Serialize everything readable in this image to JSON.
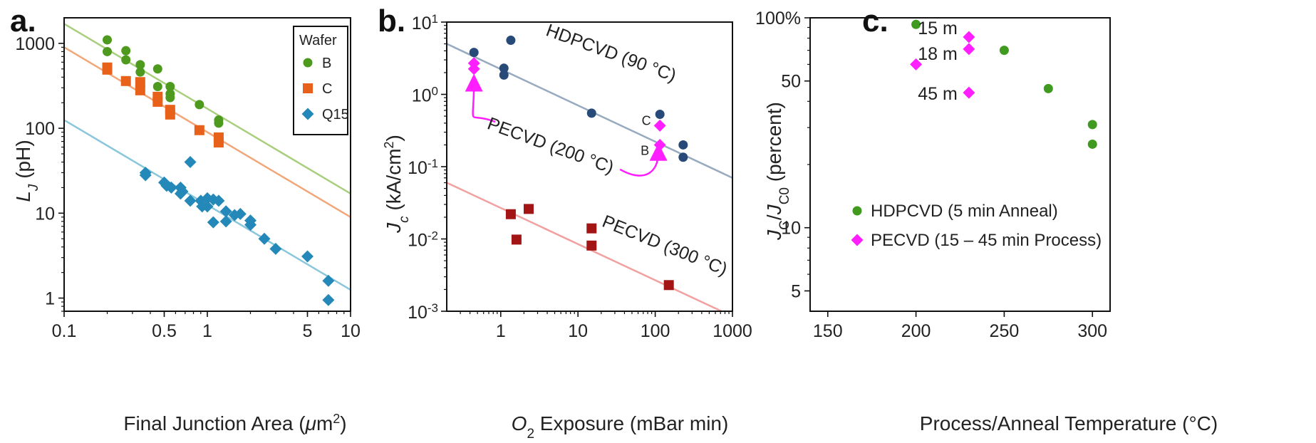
{
  "chart_data": [
    {
      "panel": "a.",
      "type": "scatter",
      "xlabel": "Final Junction Area (μm²)",
      "ylabel": "L_J (pH)",
      "xscale": "log",
      "yscale": "log",
      "xlim": [
        0.1,
        10
      ],
      "ylim": [
        0.7,
        2000
      ],
      "xticks": [
        "0.1",
        "0.5",
        "1",
        "5",
        "10"
      ],
      "xtick_values": [
        0.1,
        0.5,
        1,
        5,
        10
      ],
      "yticks": [
        "1",
        "10",
        "100",
        "1000"
      ],
      "ytick_values": [
        1,
        10,
        100,
        1000
      ],
      "legend": {
        "title": "Wafer",
        "position": "top-right"
      },
      "series": [
        {
          "name": "B",
          "marker": "circle",
          "color": "#4e9a1f",
          "fit_color": "#a9cf7e",
          "points": [
            [
              0.2,
              1100
            ],
            [
              0.2,
              800
            ],
            [
              0.27,
              820
            ],
            [
              0.27,
              640
            ],
            [
              0.34,
              560
            ],
            [
              0.34,
              460
            ],
            [
              0.45,
              500
            ],
            [
              0.45,
              310
            ],
            [
              0.55,
              310
            ],
            [
              0.55,
              255
            ],
            [
              0.55,
              230
            ],
            [
              0.88,
              190
            ],
            [
              1.2,
              125
            ],
            [
              1.2,
              115
            ]
          ],
          "fit": [
            [
              0.1,
              1700
            ],
            [
              10,
              17
            ]
          ]
        },
        {
          "name": "C",
          "marker": "square",
          "color": "#e8611a",
          "fit_color": "#f2a77a",
          "points": [
            [
              0.2,
              520
            ],
            [
              0.2,
              490
            ],
            [
              0.27,
              360
            ],
            [
              0.34,
              350
            ],
            [
              0.34,
              280
            ],
            [
              0.45,
              235
            ],
            [
              0.45,
              205
            ],
            [
              0.55,
              165
            ],
            [
              0.55,
              145
            ],
            [
              0.88,
              95
            ],
            [
              1.2,
              78
            ],
            [
              1.2,
              68
            ]
          ],
          "fit": [
            [
              0.1,
              900
            ],
            [
              10,
              9
            ]
          ]
        },
        {
          "name": "Q15",
          "marker": "diamond",
          "color": "#2488b8",
          "fit_color": "#8ac7dc",
          "points": [
            [
              0.37,
              30
            ],
            [
              0.37,
              28
            ],
            [
              0.5,
              23
            ],
            [
              0.52,
              21
            ],
            [
              0.56,
              20
            ],
            [
              0.65,
              20
            ],
            [
              0.67,
              18
            ],
            [
              0.65,
              17
            ],
            [
              0.76,
              40
            ],
            [
              0.76,
              14
            ],
            [
              0.9,
              14
            ],
            [
              0.92,
              12
            ],
            [
              1.0,
              12
            ],
            [
              1.0,
              15
            ],
            [
              1.1,
              14.5
            ],
            [
              1.2,
              14
            ],
            [
              1.1,
              7.8
            ],
            [
              1.35,
              10.5
            ],
            [
              1.35,
              8
            ],
            [
              1.55,
              9.5
            ],
            [
              1.7,
              9.8
            ],
            [
              2.0,
              8.2
            ],
            [
              2.0,
              7.3
            ],
            [
              2.5,
              5
            ],
            [
              3.0,
              3.8
            ],
            [
              5.0,
              3.1
            ],
            [
              7.0,
              1.6
            ],
            [
              7.0,
              0.95
            ]
          ],
          "fit": [
            [
              0.1,
              125
            ],
            [
              10,
              1.25
            ]
          ]
        }
      ]
    },
    {
      "panel": "b.",
      "type": "scatter",
      "xlabel": "O₂ Exposure (mBar min)",
      "ylabel": "J_c (kA/cm²)",
      "xscale": "log",
      "yscale": "log",
      "xlim": [
        0.2,
        1000
      ],
      "ylim": [
        0.001,
        10
      ],
      "xticks": [
        "1",
        "10",
        "100",
        "1000"
      ],
      "xtick_values": [
        1,
        10,
        100,
        1000
      ],
      "yticks": [
        "10^-3",
        "10^-2",
        "10^-1",
        "10^0",
        "10^1"
      ],
      "ytick_values": [
        0.001,
        0.01,
        0.1,
        1,
        10
      ],
      "series": [
        {
          "name": "HDPCVD (90 °C)",
          "marker": "circle",
          "color": "#274a78",
          "fit_color": "#97aac0",
          "points": [
            [
              0.45,
              3.8
            ],
            [
              1.1,
              2.3
            ],
            [
              1.1,
              1.85
            ],
            [
              1.35,
              5.6
            ],
            [
              15,
              0.55
            ],
            [
              115,
              0.53
            ],
            [
              230,
              0.2
            ],
            [
              230,
              0.135
            ]
          ],
          "fit": [
            [
              0.2,
              5.0
            ],
            [
              1000,
              0.07
            ]
          ]
        },
        {
          "name": "PECVD (200 °C)",
          "marker": "diamond",
          "color": "#ff1eff",
          "points": [
            [
              0.45,
              2.7
            ],
            [
              0.45,
              2.25
            ],
            [
              115,
              0.37
            ],
            [
              115,
              0.2
            ]
          ]
        },
        {
          "name": "PECVD (300 °C)",
          "marker": "square",
          "color": "#a31515",
          "fit_color": "#f2a0a0",
          "points": [
            [
              1.35,
              0.022
            ],
            [
              1.6,
              0.0098
            ],
            [
              2.3,
              0.026
            ],
            [
              15,
              0.014
            ],
            [
              15,
              0.0081
            ],
            [
              150,
              0.0023
            ]
          ],
          "fit": [
            [
              0.2,
              0.06
            ],
            [
              1000,
              0.00085
            ]
          ]
        }
      ],
      "annotations": [
        {
          "text": "HDPCVD (90 °C)",
          "color": "#274a78"
        },
        {
          "text": "PECVD (200 °C)",
          "color": "#ff1eff"
        },
        {
          "text": "PECVD (300 °C)",
          "color": "#a31515"
        },
        {
          "text": "C",
          "color": "#ff1eff"
        },
        {
          "text": "B",
          "color": "#ff1eff"
        }
      ]
    },
    {
      "panel": "c.",
      "type": "scatter",
      "xlabel": "Process/Anneal Temperature (°C)",
      "ylabel": "J_C/J_C0 (percent)",
      "xscale": "linear",
      "yscale": "log",
      "xlim": [
        140,
        310
      ],
      "ylim": [
        4,
        100
      ],
      "xticks": [
        "150",
        "200",
        "250",
        "300"
      ],
      "xtick_values": [
        150,
        200,
        250,
        300
      ],
      "yticks": [
        "5",
        "10",
        "50",
        "100%"
      ],
      "ytick_values": [
        5,
        10,
        50,
        100
      ],
      "legend": {
        "position": "lower-left"
      },
      "series": [
        {
          "name": "HDPCVD (5 min Anneal)",
          "marker": "circle",
          "color": "#3f9a1f",
          "points": [
            [
              200,
              93
            ],
            [
              250,
              70
            ],
            [
              275,
              46
            ],
            [
              300,
              31
            ],
            [
              300,
              25
            ]
          ]
        },
        {
          "name": "PECVD (15 – 45 min Process)",
          "marker": "diamond",
          "color": "#ff1eff",
          "points": [
            [
              200,
              60
            ],
            [
              230,
              81
            ],
            [
              230,
              71
            ],
            [
              230,
              44
            ]
          ]
        }
      ],
      "annotations": [
        {
          "text": "15 m",
          "color": "#c21ec2"
        },
        {
          "text": "18 m",
          "color": "#c21ec2"
        },
        {
          "text": "45 m",
          "color": "#c21ec2"
        }
      ]
    }
  ]
}
